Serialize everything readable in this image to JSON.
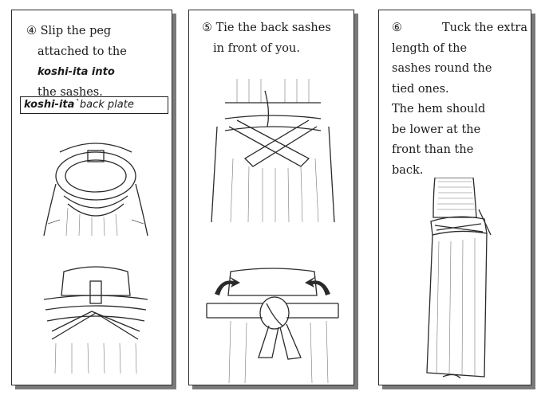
{
  "panels": [
    {
      "number": "④",
      "lines": [
        "Slip the peg",
        "attached to the",
        "koshi-ita into",
        "the sashes."
      ],
      "term": "koshi-ita",
      "gloss": {
        "term": "koshi-ita",
        "text": "`back plate"
      }
    },
    {
      "number": "⑤",
      "lines": [
        "Tie the back sashes",
        "in front of you."
      ]
    },
    {
      "number": "⑥",
      "lines": [
        "Tuck the extra",
        "length of the",
        "sashes round the",
        "tied ones.",
        "The hem should",
        "be lower at the",
        "front than the",
        "back."
      ]
    }
  ]
}
